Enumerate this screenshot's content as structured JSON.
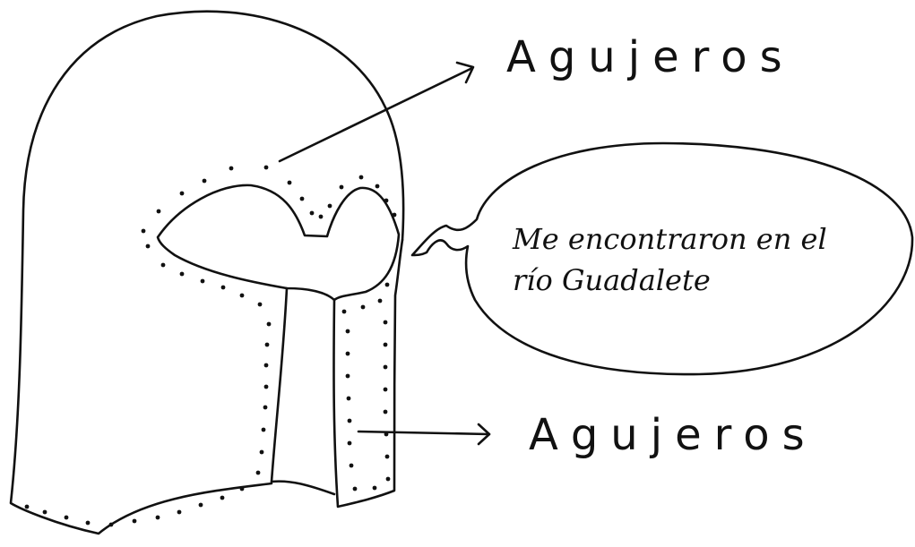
{
  "diagram": {
    "labels": {
      "holes_top": "Agujeros",
      "holes_bottom": "Agujeros"
    },
    "speech_bubble": {
      "line1": "Me encontraron en el",
      "line2": "río Guadalete"
    },
    "colors": {
      "ink": "#111111",
      "background": "#ffffff"
    }
  }
}
